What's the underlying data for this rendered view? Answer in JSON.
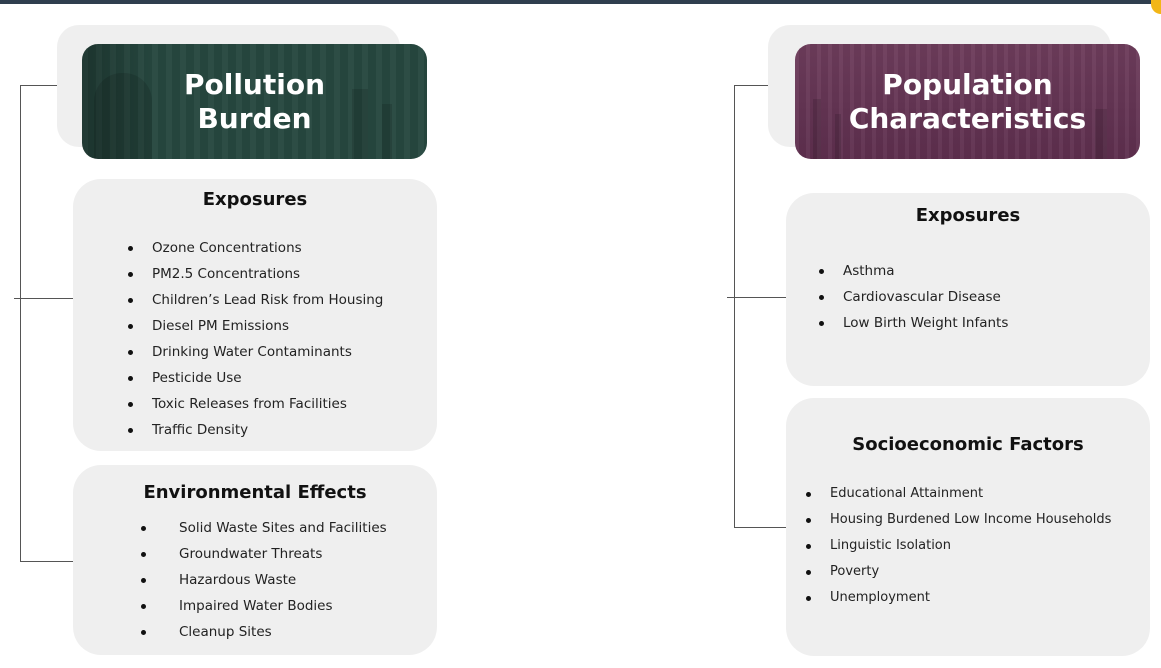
{
  "colors": {
    "pollution_header": "#26473f",
    "population_header": "#5e2f4e",
    "card_background": "#efefef",
    "connector": "#555555",
    "top_bar": "#2f3e4e",
    "corner_accent": "#f2b617"
  },
  "pollution_burden": {
    "title_line1": "Pollution",
    "title_line2": "Burden",
    "exposures": {
      "title": "Exposures",
      "items": [
        "Ozone Concentrations",
        "PM2.5 Concentrations",
        "Children’s Lead Risk from Housing",
        "Diesel PM Emissions",
        "Drinking Water Contaminants",
        "Pesticide Use",
        "Toxic Releases from Facilities",
        "Traffic Density"
      ]
    },
    "environmental_effects": {
      "title": "Environmental Effects",
      "items": [
        "Solid Waste Sites and Facilities",
        "Groundwater Threats",
        "Hazardous Waste",
        "Impaired Water Bodies",
        "Cleanup Sites"
      ]
    }
  },
  "population_characteristics": {
    "title_line1": "Population",
    "title_line2": "Characteristics",
    "exposures": {
      "title": "Exposures",
      "items": [
        "Asthma",
        "Cardiovascular Disease",
        "Low Birth Weight Infants"
      ]
    },
    "socioeconomic_factors": {
      "title": "Socioeconomic Factors",
      "items": [
        "Educational Attainment",
        "Housing Burdened Low Income Households",
        "Linguistic Isolation",
        "Poverty",
        "Unemployment"
      ]
    }
  }
}
